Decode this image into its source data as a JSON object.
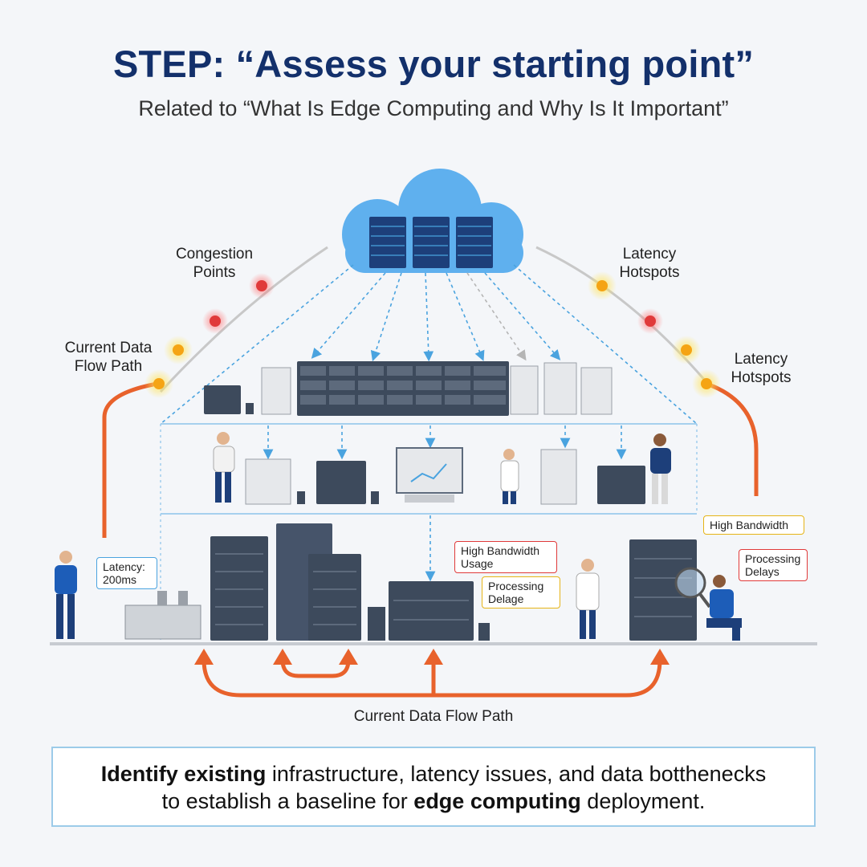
{
  "header": {
    "title": "STEP: “Assess your starting point”",
    "subtitle": "Related to “What Is Edge Computing and Why Is It Important”"
  },
  "labels": {
    "congestion_points": "Congestion Points",
    "latency_hotspots_top": "Latency Hotspots",
    "latency_hotspots_right": "Latency Hotspots",
    "current_data_flow_path_left": "Current Data Flow Path",
    "current_data_flow_path_bottom": "Current Data Flow Path"
  },
  "callouts": {
    "latency": "Latency: 200ms",
    "high_bandwidth_center": "High Bandwidth Usage",
    "processing_delays_center": "Processing Delage",
    "high_bandwidth_right": "High Bandwidth",
    "processing_delays_right": "Processing Delays"
  },
  "footer": {
    "bold_1": "Identify existing",
    "text_1": " infrastructure, latency issues, and data botthenecks",
    "text_2": "to establish a baseline for ",
    "bold_2": "edge computing",
    "text_3": " deployment."
  },
  "colors": {
    "title": "#13306b",
    "flow_path": "#e8622c",
    "congestion_dot": "#e03a3a",
    "hotspot_dot": "#f5b419",
    "connector": "#4aa3df",
    "cloud": "#5fb0ee"
  }
}
